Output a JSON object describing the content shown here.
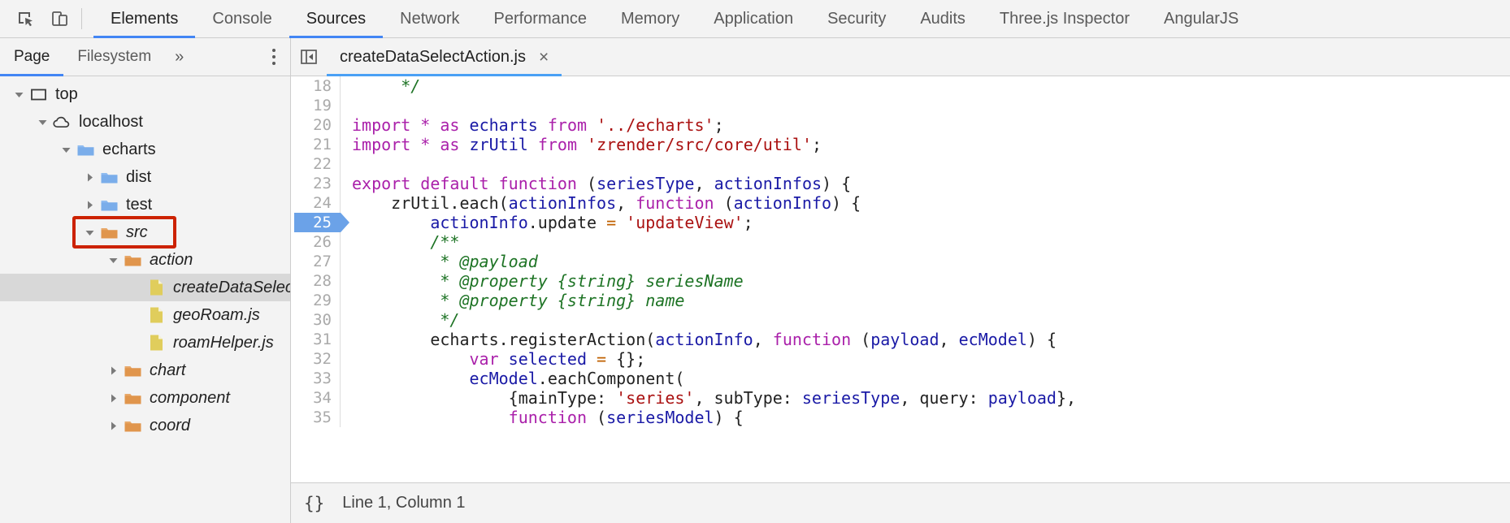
{
  "toolbar": {
    "inspect_icon": "inspect-element-icon",
    "device_icon": "device-toolbar-icon",
    "tabs": [
      {
        "label": "Elements",
        "active": false
      },
      {
        "label": "Console",
        "active": false
      },
      {
        "label": "Sources",
        "active": true
      },
      {
        "label": "Network",
        "active": false
      },
      {
        "label": "Performance",
        "active": false
      },
      {
        "label": "Memory",
        "active": false
      },
      {
        "label": "Application",
        "active": false
      },
      {
        "label": "Security",
        "active": false
      },
      {
        "label": "Audits",
        "active": false
      },
      {
        "label": "Three.js Inspector",
        "active": false
      },
      {
        "label": "AngularJS",
        "active": false
      }
    ]
  },
  "navigator": {
    "tabs": [
      {
        "label": "Page",
        "active": true
      },
      {
        "label": "Filesystem",
        "active": false
      }
    ],
    "more_label": "»",
    "menu_icon": "more-options-icon",
    "tree": [
      {
        "label": "top",
        "depth": 0,
        "twisty": "down",
        "icon": "frame-icon",
        "italic": false,
        "selected": false
      },
      {
        "label": "localhost",
        "depth": 1,
        "twisty": "down",
        "icon": "cloud-icon",
        "italic": false,
        "selected": false
      },
      {
        "label": "echarts",
        "depth": 2,
        "twisty": "down",
        "icon": "folder-blue-icon",
        "italic": false,
        "selected": false
      },
      {
        "label": "dist",
        "depth": 3,
        "twisty": "right",
        "icon": "folder-blue-icon",
        "italic": false,
        "selected": false
      },
      {
        "label": "test",
        "depth": 3,
        "twisty": "right",
        "icon": "folder-blue-icon",
        "italic": false,
        "selected": false
      },
      {
        "label": "src",
        "depth": 3,
        "twisty": "down",
        "icon": "folder-orange-icon",
        "italic": true,
        "selected": false,
        "highlighted": true
      },
      {
        "label": "action",
        "depth": 4,
        "twisty": "down",
        "icon": "folder-orange-icon",
        "italic": true,
        "selected": false
      },
      {
        "label": "createDataSelectActi",
        "depth": 5,
        "twisty": "none",
        "icon": "file-js-icon",
        "italic": true,
        "selected": true
      },
      {
        "label": "geoRoam.js",
        "depth": 5,
        "twisty": "none",
        "icon": "file-js-icon",
        "italic": true,
        "selected": false
      },
      {
        "label": "roamHelper.js",
        "depth": 5,
        "twisty": "none",
        "icon": "file-js-icon",
        "italic": true,
        "selected": false
      },
      {
        "label": "chart",
        "depth": 4,
        "twisty": "right",
        "icon": "folder-orange-icon",
        "italic": true,
        "selected": false
      },
      {
        "label": "component",
        "depth": 4,
        "twisty": "right",
        "icon": "folder-orange-icon",
        "italic": true,
        "selected": false
      },
      {
        "label": "coord",
        "depth": 4,
        "twisty": "right",
        "icon": "folder-orange-icon",
        "italic": true,
        "selected": false
      }
    ]
  },
  "editor": {
    "panel_toggle_icon": "collapse-sidebar-icon",
    "file_tab": {
      "label": "createDataSelectAction.js",
      "close_label": "×"
    },
    "lines": [
      {
        "num": "18",
        "exec": false,
        "tokens": [
          {
            "t": "     ",
            "c": "p"
          },
          {
            "t": "*/",
            "c": "c"
          }
        ]
      },
      {
        "num": "19",
        "exec": false,
        "tokens": []
      },
      {
        "num": "20",
        "exec": false,
        "tokens": [
          {
            "t": "import",
            "c": "k"
          },
          {
            "t": " ",
            "c": "p"
          },
          {
            "t": "*",
            "c": "k"
          },
          {
            "t": " ",
            "c": "p"
          },
          {
            "t": "as",
            "c": "k"
          },
          {
            "t": " ",
            "c": "p"
          },
          {
            "t": "echarts",
            "c": "v"
          },
          {
            "t": " ",
            "c": "p"
          },
          {
            "t": "from",
            "c": "k"
          },
          {
            "t": " ",
            "c": "p"
          },
          {
            "t": "'../echarts'",
            "c": "s"
          },
          {
            "t": ";",
            "c": "p"
          }
        ]
      },
      {
        "num": "21",
        "exec": false,
        "tokens": [
          {
            "t": "import",
            "c": "k"
          },
          {
            "t": " ",
            "c": "p"
          },
          {
            "t": "*",
            "c": "k"
          },
          {
            "t": " ",
            "c": "p"
          },
          {
            "t": "as",
            "c": "k"
          },
          {
            "t": " ",
            "c": "p"
          },
          {
            "t": "zrUtil",
            "c": "v"
          },
          {
            "t": " ",
            "c": "p"
          },
          {
            "t": "from",
            "c": "k"
          },
          {
            "t": " ",
            "c": "p"
          },
          {
            "t": "'zrender/src/core/util'",
            "c": "s"
          },
          {
            "t": ";",
            "c": "p"
          }
        ]
      },
      {
        "num": "22",
        "exec": false,
        "tokens": []
      },
      {
        "num": "23",
        "exec": false,
        "tokens": [
          {
            "t": "export",
            "c": "k"
          },
          {
            "t": " ",
            "c": "p"
          },
          {
            "t": "default",
            "c": "k"
          },
          {
            "t": " ",
            "c": "p"
          },
          {
            "t": "function",
            "c": "k"
          },
          {
            "t": " (",
            "c": "p"
          },
          {
            "t": "seriesType",
            "c": "v"
          },
          {
            "t": ", ",
            "c": "p"
          },
          {
            "t": "actionInfos",
            "c": "v"
          },
          {
            "t": ") {",
            "c": "p"
          }
        ]
      },
      {
        "num": "24",
        "exec": false,
        "tokens": [
          {
            "t": "    zrUtil.each(",
            "c": "p"
          },
          {
            "t": "actionInfos",
            "c": "v"
          },
          {
            "t": ", ",
            "c": "p"
          },
          {
            "t": "function",
            "c": "k"
          },
          {
            "t": " (",
            "c": "p"
          },
          {
            "t": "actionInfo",
            "c": "v"
          },
          {
            "t": ") {",
            "c": "p"
          }
        ]
      },
      {
        "num": "25",
        "exec": true,
        "tokens": [
          {
            "t": "        ",
            "c": "p"
          },
          {
            "t": "actionInfo",
            "c": "v"
          },
          {
            "t": ".update ",
            "c": "p"
          },
          {
            "t": "=",
            "c": "o"
          },
          {
            "t": " ",
            "c": "p"
          },
          {
            "t": "'updateView'",
            "c": "s"
          },
          {
            "t": ";",
            "c": "p"
          }
        ]
      },
      {
        "num": "26",
        "exec": false,
        "tokens": [
          {
            "t": "        ",
            "c": "p"
          },
          {
            "t": "/**",
            "c": "c"
          }
        ]
      },
      {
        "num": "27",
        "exec": false,
        "tokens": [
          {
            "t": "        ",
            "c": "p"
          },
          {
            "t": " * @payload",
            "c": "c"
          }
        ]
      },
      {
        "num": "28",
        "exec": false,
        "tokens": [
          {
            "t": "        ",
            "c": "p"
          },
          {
            "t": " * @property {string} seriesName",
            "c": "c"
          }
        ]
      },
      {
        "num": "29",
        "exec": false,
        "tokens": [
          {
            "t": "        ",
            "c": "p"
          },
          {
            "t": " * @property {string} name",
            "c": "c"
          }
        ]
      },
      {
        "num": "30",
        "exec": false,
        "tokens": [
          {
            "t": "        ",
            "c": "p"
          },
          {
            "t": " */",
            "c": "c"
          }
        ]
      },
      {
        "num": "31",
        "exec": false,
        "tokens": [
          {
            "t": "        echarts.registerAction(",
            "c": "p"
          },
          {
            "t": "actionInfo",
            "c": "v"
          },
          {
            "t": ", ",
            "c": "p"
          },
          {
            "t": "function",
            "c": "k"
          },
          {
            "t": " (",
            "c": "p"
          },
          {
            "t": "payload",
            "c": "v"
          },
          {
            "t": ", ",
            "c": "p"
          },
          {
            "t": "ecModel",
            "c": "v"
          },
          {
            "t": ") {",
            "c": "p"
          }
        ]
      },
      {
        "num": "32",
        "exec": false,
        "tokens": [
          {
            "t": "            ",
            "c": "p"
          },
          {
            "t": "var",
            "c": "k"
          },
          {
            "t": " ",
            "c": "p"
          },
          {
            "t": "selected",
            "c": "v"
          },
          {
            "t": " ",
            "c": "p"
          },
          {
            "t": "=",
            "c": "o"
          },
          {
            "t": " {};",
            "c": "p"
          }
        ]
      },
      {
        "num": "33",
        "exec": false,
        "tokens": [
          {
            "t": "            ",
            "c": "p"
          },
          {
            "t": "ecModel",
            "c": "v"
          },
          {
            "t": ".eachComponent(",
            "c": "p"
          }
        ]
      },
      {
        "num": "34",
        "exec": false,
        "tokens": [
          {
            "t": "                {mainType: ",
            "c": "p"
          },
          {
            "t": "'series'",
            "c": "s"
          },
          {
            "t": ", subType: ",
            "c": "p"
          },
          {
            "t": "seriesType",
            "c": "v"
          },
          {
            "t": ", query: ",
            "c": "p"
          },
          {
            "t": "payload",
            "c": "v"
          },
          {
            "t": "},",
            "c": "p"
          }
        ]
      },
      {
        "num": "35",
        "exec": false,
        "tokens": [
          {
            "t": "                ",
            "c": "p"
          },
          {
            "t": "function",
            "c": "k"
          },
          {
            "t": " (",
            "c": "p"
          },
          {
            "t": "seriesModel",
            "c": "v"
          },
          {
            "t": ") {",
            "c": "p"
          }
        ]
      }
    ]
  },
  "statusbar": {
    "pretty_print_icon": "pretty-print-icon",
    "pretty_print_label": "{}",
    "position_text": "Line 1, Column 1"
  },
  "colors": {
    "accent": "#4285f4",
    "tab_underline": "#4aa0f5",
    "highlight_box": "#cc2200",
    "exec_line": "#6ba2e8",
    "folder_blue": "#7aadea",
    "folder_orange": "#e0954c",
    "file_yellow": "#e0cd5c"
  }
}
